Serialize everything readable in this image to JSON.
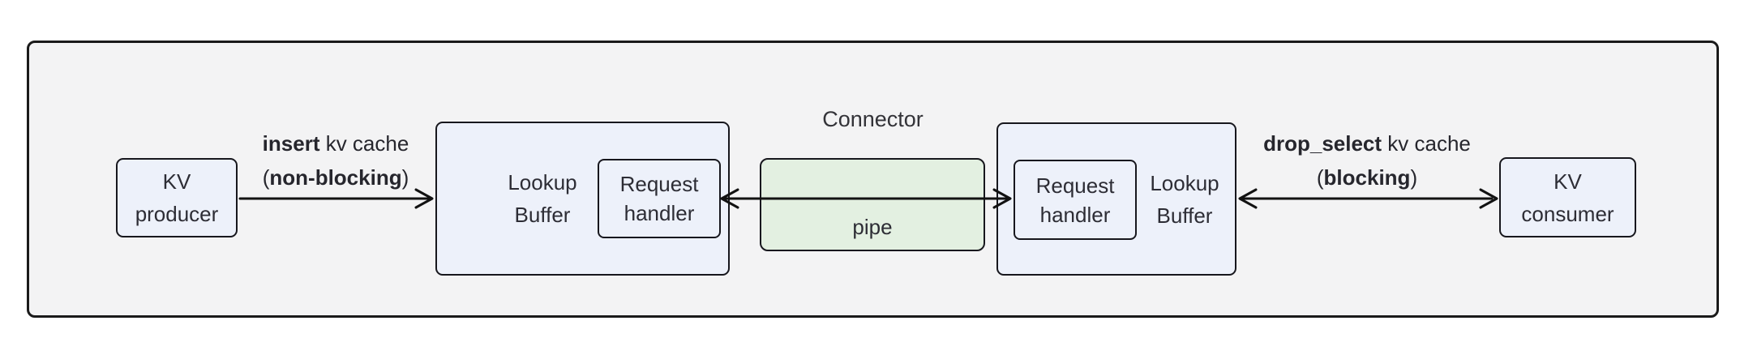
{
  "connector": {
    "title": "Connector"
  },
  "nodes": {
    "kv_producer": {
      "line1": "KV",
      "line2": "producer"
    },
    "lookup_buffer_left": {
      "line1": "Lookup",
      "line2": "Buffer"
    },
    "request_handler_left": {
      "line1": "Request",
      "line2": "handler"
    },
    "pipe": {
      "label": "pipe"
    },
    "request_handler_right": {
      "line1": "Request",
      "line2": "handler"
    },
    "lookup_buffer_right": {
      "line1": "Lookup",
      "line2": "Buffer"
    },
    "kv_consumer": {
      "line1": "KV",
      "line2": "consumer"
    }
  },
  "edges": {
    "insert": {
      "direction": "right",
      "line1_bold": "insert",
      "line1_rest": " kv cache",
      "line2_open": "(",
      "line2_bold": "non-blocking",
      "line2_close": ")"
    },
    "pipe_link": {
      "direction": "both"
    },
    "drop_select": {
      "direction": "both",
      "line1_bold": "drop_select",
      "line1_rest": " kv cache",
      "line2_open": "(",
      "line2_bold": "blocking",
      "line2_close": ")"
    }
  },
  "colors": {
    "canvas_bg": "#ffffff",
    "container_bg": "#f3f3f4",
    "container_border": "#1a1a1a",
    "node_bg": "#edf1fa",
    "node_border": "#17171d",
    "pipe_bg": "#e3f0e1",
    "text": "#2d2d35",
    "arrow": "#121212"
  }
}
